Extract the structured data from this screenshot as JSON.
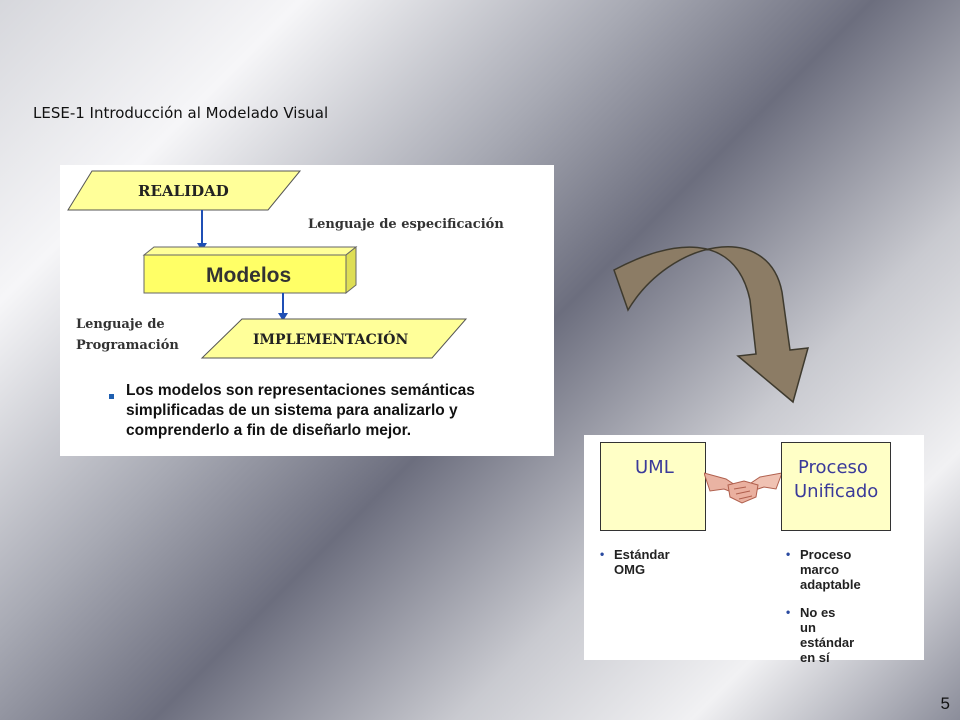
{
  "slide": {
    "title": "LESE-1 Introducción al Modelado Visual",
    "page_number": "5"
  },
  "diagram": {
    "realidad": "REALIDAD",
    "spec_label": "Lenguaje de especificación",
    "modelos": "Modelos",
    "prog_label_1": "Lenguaje de",
    "prog_label_2": "Programación",
    "implementacion": "IMPLEMENTACIÓN",
    "bullet_text": "Los modelos son representaciones semánticas simplificadas de un sistema para analizarlo y comprenderlo a fin de diseñarlo mejor."
  },
  "comparison": {
    "uml_label": "UML",
    "proceso_line1": "Proceso",
    "proceso_line2": "Unificado",
    "uml_points": [
      "Estándar\nOMG"
    ],
    "proceso_points": [
      "Proceso\nmarco\nadaptable",
      "No es un\nestándar en sí"
    ]
  },
  "colors": {
    "parallelogram_fill": "#ffff99",
    "box_fill": "#ffff66",
    "arrow_fill": "#8c7c65",
    "connector": "#1f4fb5"
  }
}
